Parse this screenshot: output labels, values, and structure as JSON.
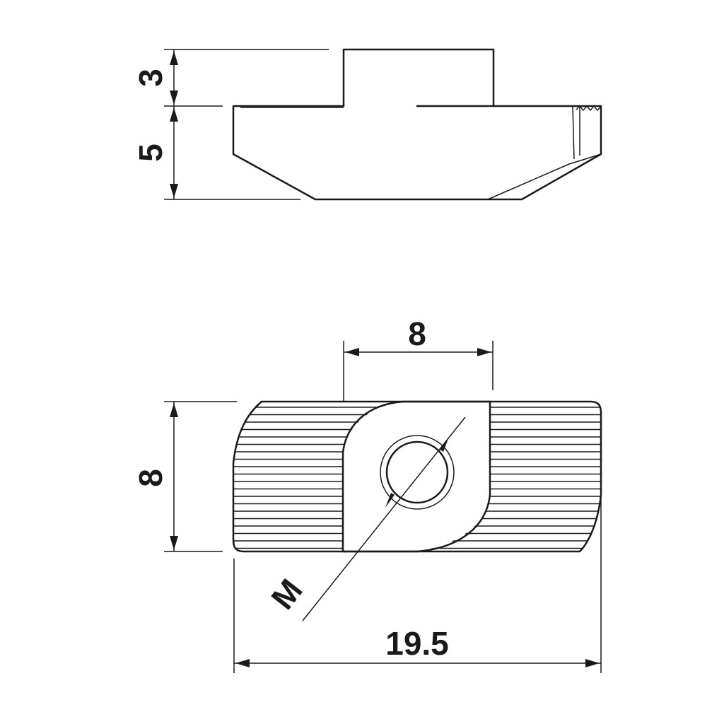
{
  "dimensions": {
    "top_height": "3",
    "body_height": "5",
    "center_width": "8",
    "overall_height": "8",
    "thread_label": "M",
    "overall_length": "19.5"
  },
  "colors": {
    "line": "#1a1a1a",
    "background": "#ffffff"
  }
}
